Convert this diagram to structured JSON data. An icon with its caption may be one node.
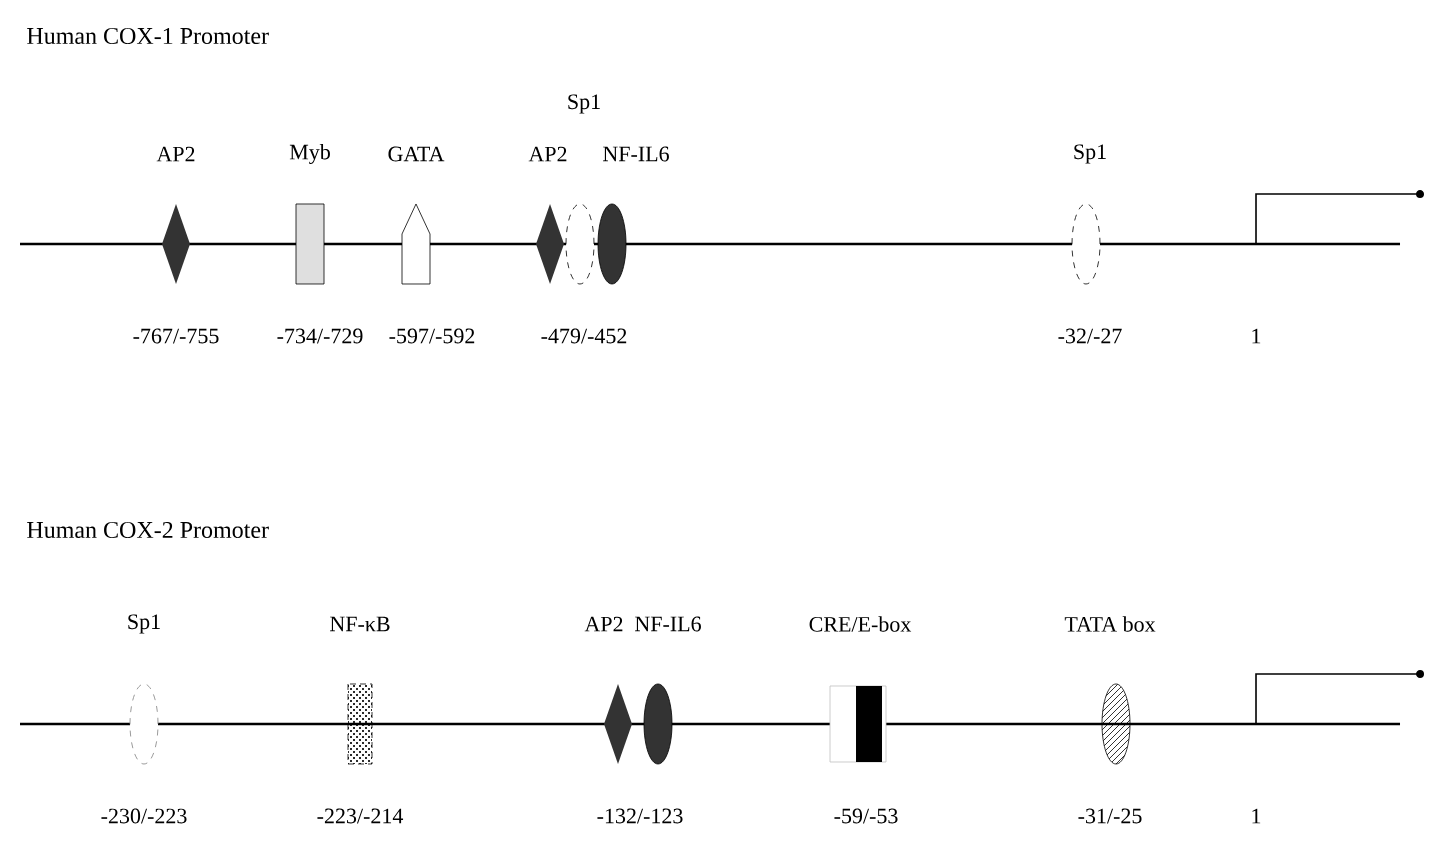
{
  "diagram": {
    "labels": [
      "Human COX-1 Promoter",
      "Sp1",
      "AP2",
      "Myb",
      "GATA",
      "AP2",
      "NF-IL6",
      "Sp1",
      "-767/-755",
      "-734/-729",
      "-597/-592",
      "-479/-452",
      "-32/-27",
      "1",
      "Human COX-2 Promoter",
      "Sp1",
      "NF-κB",
      "AP2",
      "NF-IL6",
      "CRE/E-box",
      "TATA box",
      "-230/-223",
      "-223/-214",
      "-132/-123",
      "-59/-53",
      "-31/-25",
      "1"
    ]
  }
}
